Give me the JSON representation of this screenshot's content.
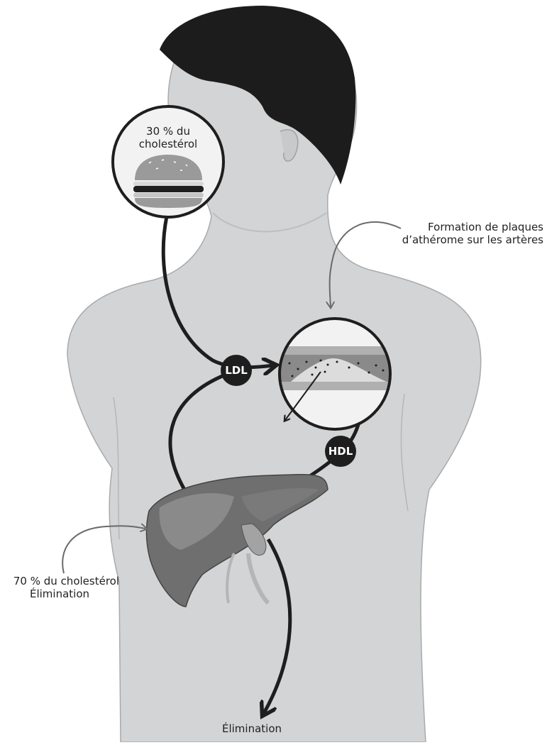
{
  "labels": {
    "diet_line1": "30 % du",
    "diet_line2": "cholestérol",
    "plaque_line1": "Formation de plaques",
    "plaque_line2": "d’athérome sur les artères",
    "liver_line1": "70 % du cholestérol",
    "liver_line2": "Élimination",
    "bottom": "Élimination",
    "ldl": "LDL",
    "hdl": "HDL"
  },
  "colors": {
    "skin": "#d3d4d5",
    "skin_outline": "#a9aaab",
    "hair": "#1c1c1c",
    "circle_fill": "#f2f2f2",
    "arrow": "#1e1e1e",
    "callout_arrow": "#6a6a6a",
    "liver_dark": "#5e5e5e",
    "liver_light": "#8a8a8a",
    "badge": "#1e1e1e"
  },
  "icons": [
    "burger-icon",
    "artery-plaque-icon",
    "liver-icon"
  ]
}
